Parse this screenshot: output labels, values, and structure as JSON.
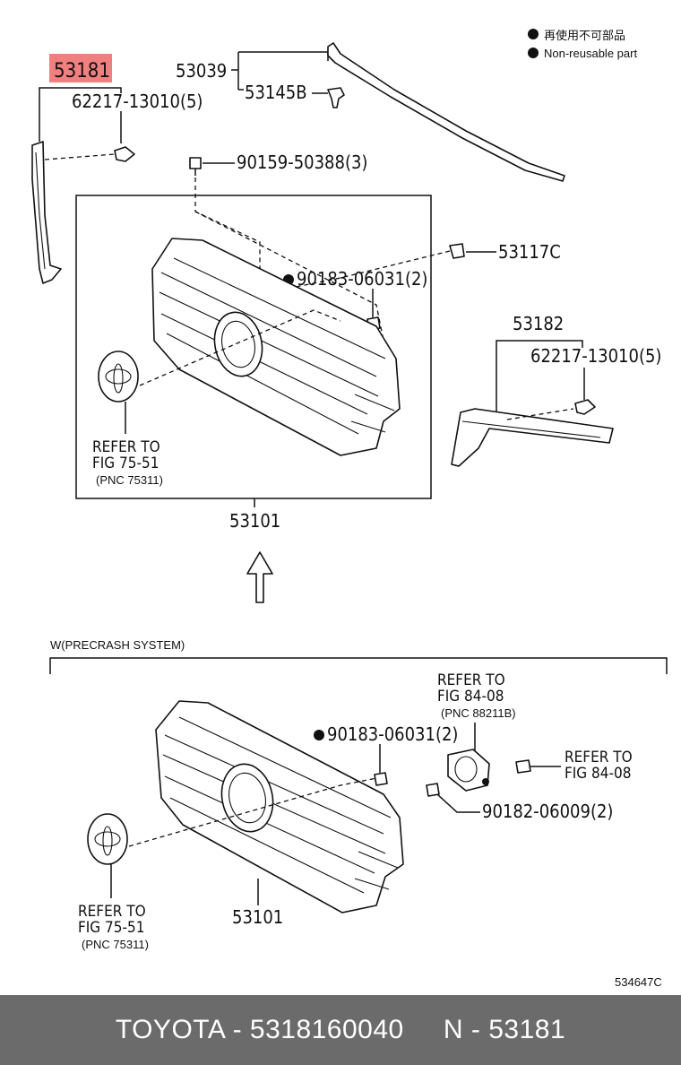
{
  "legend": {
    "jp_text": "再使用不可部品",
    "en_text": "Non-reusable part"
  },
  "labels": {
    "p53181": "53181",
    "p62217_left": "62217-13010(5)",
    "p53039": "53039",
    "p53145B": "53145B",
    "p90159": "90159-50388(3)",
    "p53117C": "53117C",
    "p90183_top": "90183-06031(2)",
    "p53182": "53182",
    "p62217_right": "62217-13010(5)",
    "refer_top_l1": "REFER TO",
    "refer_top_l2": "FIG 75-51",
    "refer_top_l3": "(PNC 75311)",
    "p53101_top": "53101",
    "precrash": "W(PRECRASH SYSTEM)",
    "refer_sensor_l1": "REFER TO",
    "refer_sensor_l2": "FIG 84-08",
    "refer_sensor_l3": "(PNC 88211B)",
    "p90183_bottom": "90183-06031(2)",
    "refer_bolt_l1": "REFER TO",
    "refer_bolt_l2": "FIG 84-08",
    "p90182": "90182-06009(2)",
    "refer_bottom_l1": "REFER TO",
    "refer_bottom_l2": "FIG 75-51",
    "refer_bottom_l3": "(PNC 75311)",
    "p53101_bottom": "53101",
    "diagram_code": "534647C"
  },
  "highlight_color": "#f08080",
  "footer": {
    "text": "TOYOTA - 5318160040     N - 53181"
  }
}
